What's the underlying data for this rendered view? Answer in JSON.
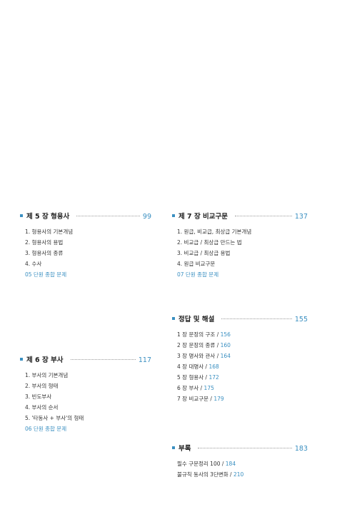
{
  "chapter5": {
    "title": "제 5 장  형용사",
    "page": "99",
    "items": [
      "1. 형용사의 기본개념",
      "2. 형용사의 용법",
      "3. 형용사의 종류",
      "4. 수사"
    ],
    "review": "05 단원 종합 문제"
  },
  "chapter6": {
    "title": "제 6 장  부사",
    "page": "117",
    "items": [
      "1. 부사의 기본개념",
      "2. 부사의 형태",
      "3. 빈도부사",
      "4. 부사의 순서",
      "5. '타동사 + 부사'의 형태"
    ],
    "review": "06 단원 종합 문제"
  },
  "chapter7": {
    "title": "제 7 장  비교구문",
    "page": "137",
    "items": [
      "1. 원급, 비교급, 최상급 기본개념",
      "2. 비교급 / 최상급 만드는 법",
      "3. 비교급 / 최상급 용법",
      "4. 원급 비교구문"
    ],
    "review": "07 단원 종합 문제"
  },
  "answers": {
    "title": "정답 및 해설",
    "page": "155",
    "items": [
      {
        "label": "1 장  문장의 구조 / ",
        "page": "156"
      },
      {
        "label": "2 장  문장의 종류 / ",
        "page": "160"
      },
      {
        "label": "3 장  명사와 관사 / ",
        "page": "164"
      },
      {
        "label": "4 장  대명사 / ",
        "page": "168"
      },
      {
        "label": "5 장  형용사 / ",
        "page": "172"
      },
      {
        "label": "6 장  부사 / ",
        "page": "175"
      },
      {
        "label": "7 장  비교구문 / ",
        "page": "179"
      }
    ]
  },
  "appendix": {
    "title": "부록",
    "page": "183",
    "items": [
      {
        "label": "필수 구문정리 100 / ",
        "page": "184"
      },
      {
        "label": "불규칙 동사의 3단변화 / ",
        "page": "210"
      }
    ]
  }
}
